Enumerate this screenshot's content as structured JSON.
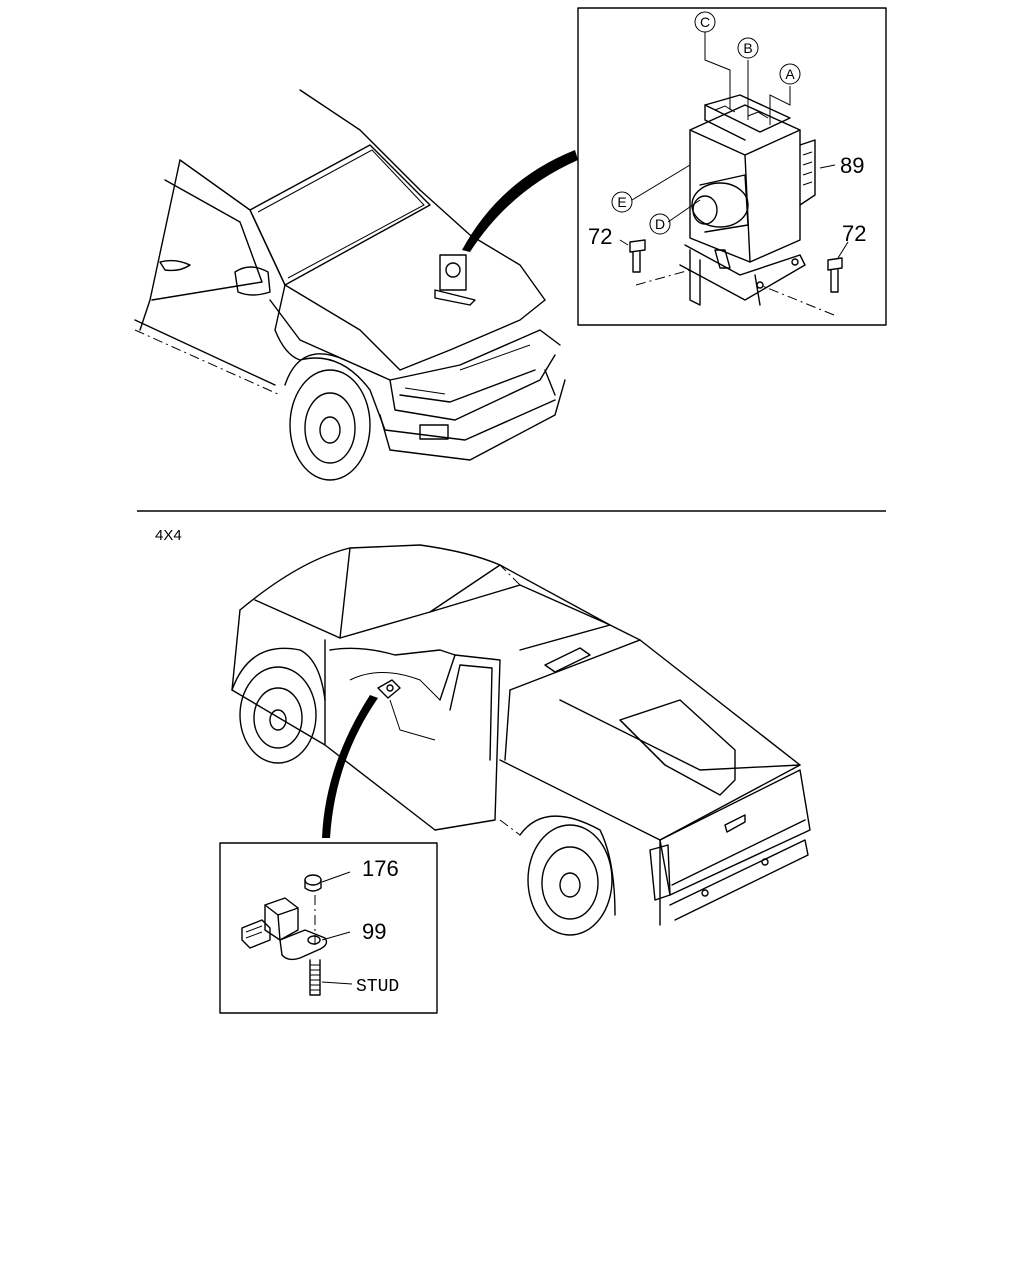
{
  "callouts": {
    "c": "C",
    "b": "B",
    "a": "A",
    "e": "E",
    "d": "D"
  },
  "parts": {
    "part_89": "89",
    "part_72_left": "72",
    "part_72_right": "72",
    "part_176": "176",
    "part_99": "99",
    "stud": "STUD"
  },
  "section_label": "4X4"
}
